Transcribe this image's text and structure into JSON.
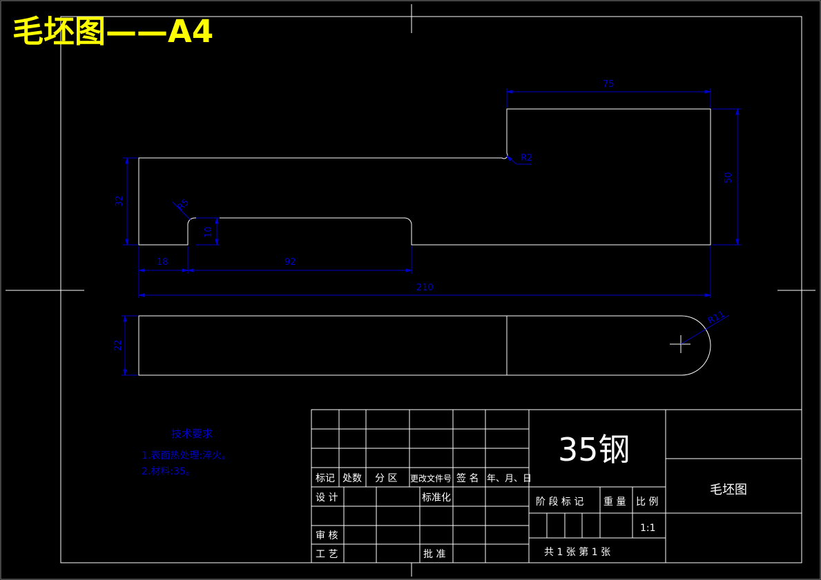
{
  "sheet_title": "毛坯图——A4",
  "dimensions": {
    "d75": "75",
    "d50": "50",
    "r2": "R2",
    "d32": "32",
    "r5": "R5",
    "d10": "10",
    "d18": "18",
    "d92": "92",
    "d210": "210",
    "d22": "22",
    "r11": "R11"
  },
  "tech_req": {
    "heading": "技术要求",
    "line1": "1.表面热处理:淬火。",
    "line2": "2.材料:35。"
  },
  "title_block": {
    "material": "35钢",
    "drawing_name": "毛坯图",
    "col_mark": "标记",
    "col_count": "处数",
    "col_zone": "分 区",
    "col_docno": "更改文件号",
    "col_sign": "签 名",
    "col_date": "年、月、日",
    "design": "设 计",
    "standardize": "标准化",
    "review": "审 核",
    "process": "工 艺",
    "approve": "批 准",
    "stage_mark": "阶 段 标 记",
    "weight": "重 量",
    "scale": "比 例",
    "scale_value": "1:1",
    "sheets": "共 1 张  第 1 张"
  },
  "colors": {
    "outline": "#ffffff",
    "dimension": "#0000cd",
    "title": "#ffff00",
    "background": "#000000"
  }
}
